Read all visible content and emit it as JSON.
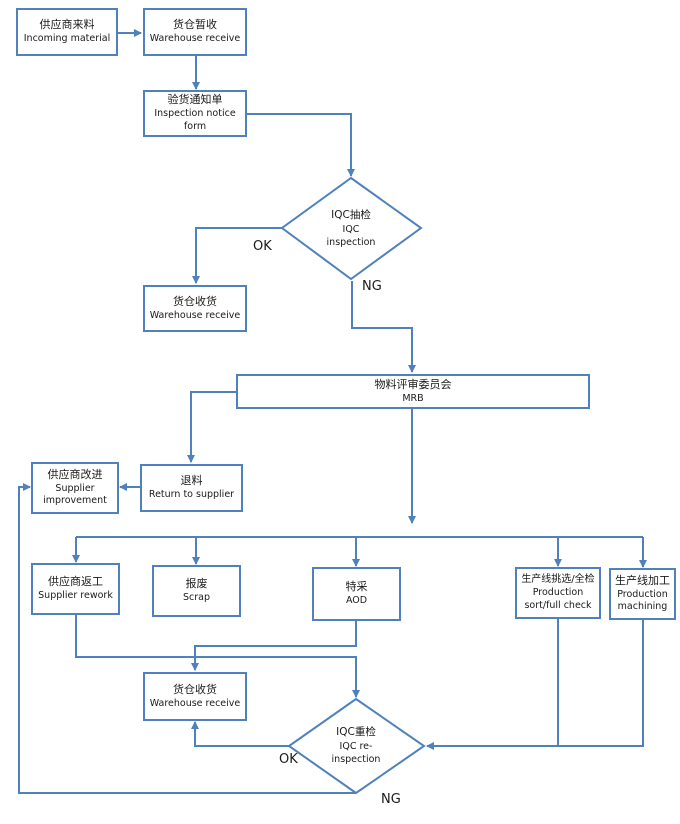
{
  "colors": {
    "stroke": "#4f81bd",
    "text": "#1a1a1a",
    "background": "#ffffff"
  },
  "nodes": {
    "incoming": {
      "cn": "供应商来料",
      "en": "Incoming material"
    },
    "warehouse_temp": {
      "cn": "货仓暂收",
      "en": "Warehouse receive"
    },
    "inspection_notice": {
      "cn": "验货通知单",
      "en": "Inspection notice form"
    },
    "iqc": {
      "cn": "IQC抽检",
      "en1": "IQC",
      "en2": "inspection"
    },
    "warehouse_receive_1": {
      "cn": "货仓收货",
      "en": "Warehouse receive"
    },
    "mrb": {
      "cn": "物料评审委员会",
      "en": "MRB"
    },
    "return_supplier": {
      "cn": "退料",
      "en": "Return to supplier"
    },
    "supplier_improve": {
      "cn": "供应商改进",
      "en1": "Supplier",
      "en2": "improvement"
    },
    "supplier_rework": {
      "cn": "供应商返工",
      "en": "Supplier rework"
    },
    "scrap": {
      "cn": "报废",
      "en": "Scrap"
    },
    "aod": {
      "cn": "特采",
      "en": "AOD"
    },
    "prod_sort": {
      "cn": "生产线挑选/全检",
      "en1": "Production",
      "en2": "sort/full check"
    },
    "prod_machining": {
      "cn": "生产线加工",
      "en1": "Production",
      "en2": "machining"
    },
    "warehouse_receive_2": {
      "cn": "货仓收货",
      "en": "Warehouse receive"
    },
    "iqc_re": {
      "cn": "IQC重检",
      "en1": "IQC re-",
      "en2": "inspection"
    }
  },
  "labels": {
    "iqc_ok": "OK",
    "iqc_ng": "NG",
    "re_ok": "OK",
    "re_ng": "NG"
  }
}
